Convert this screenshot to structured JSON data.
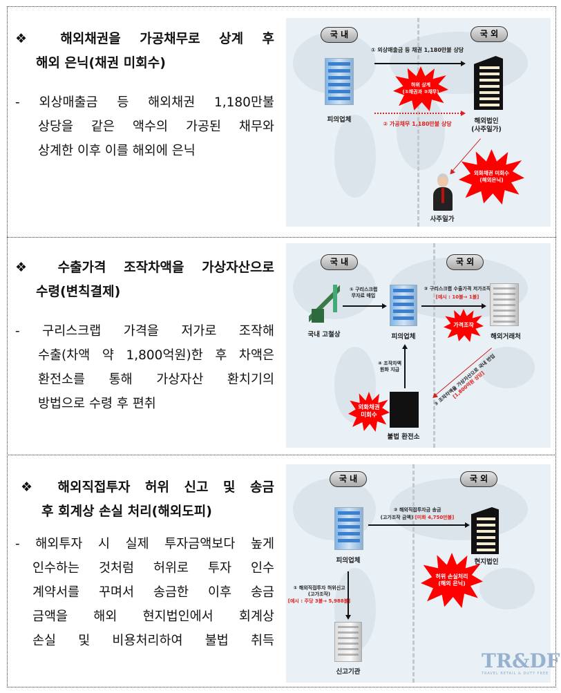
{
  "sections": [
    {
      "heading": [
        "❖  해외채권을 가공채무로 상계 후",
        "해외 은닉(채권 미회수)"
      ],
      "body": [
        "-  외상매출금 등 해외채권 1,180만불",
        "상당을 같은 액수의 가공된 채무와",
        "상계한 이후 이를 해외에 은닉"
      ],
      "diagram": {
        "domestic": "국 내",
        "overseas": "국 외",
        "company": "피의업체",
        "arrow1": "① 외상매출금 등 채권 1,180만불 상당",
        "burst1": [
          "허위 상계",
          "(①채권과 ②채무)"
        ],
        "arrow2": "② 가공채무 1,180만불 상당",
        "foreign_corp": [
          "해외법인",
          "(사주일가)"
        ],
        "burst2": [
          "외화채권 미회수",
          "(해외은닉)"
        ],
        "owner": "사주일가"
      }
    },
    {
      "heading": [
        "❖  수출가격 조작차액을 가상자산으로",
        "수령(변칙결제)"
      ],
      "body": [
        "-  구리스크랩 가격을 저가로 조작해",
        "수출(차액 약 1,800억원)한 후 차액은",
        "환전소를 통해 가상자산 환치기의",
        "방법으로 수령 후 편취"
      ],
      "diagram": {
        "domestic": "국 내",
        "overseas": "국 외",
        "scrap_dealer": "국내 고철상",
        "company": "피의업체",
        "foreign_buyer": "해외거래처",
        "exchange": "불법 환전소",
        "step1": [
          "① 구리스크랩",
          "무자료 매입"
        ],
        "step2": "② 구리스크랩 수출가격 저가조작",
        "step2_example": "[예시 : 10불→ 1불]",
        "burst_price": "가격조작",
        "step3": "③ 조작차액을 가상자산으로 국내 반입",
        "step3_amount": "[1,800억원 상당]",
        "step4": [
          "④ 조작차액",
          "원화 지급"
        ],
        "burst_fx": [
          "외화채권",
          "미회수"
        ]
      }
    },
    {
      "heading": [
        "❖  해외직접투자 허위 신고 및 송금",
        "후 회계상 손실 처리(해외도피)"
      ],
      "body": [
        "-  해외투자 시 실제 투자금액보다 높게",
        "인수하는 것처럼 허위로 투자 인수",
        "계약서를 꾸며서 송금한 이후 송금",
        "금액을 해외 현지법인에서 회계상",
        "손실 및 비용처리하여 불법 취득"
      ],
      "diagram": {
        "domestic": "국 내",
        "overseas": "국 외",
        "company": "피의업체",
        "local_corp": "현지법인",
        "report_agency": "신고기관",
        "step2": "② 해외직접투자금 송금",
        "step2_sub": "(고가조작 금액)",
        "step2_amount": "[미화 4,750만불]",
        "step1": "① 해외직접투자 허위신고",
        "step1_sub": "(고가조작)",
        "step1_example": "[예시 : 주당 3불→ 5,988불]",
        "burst": [
          "허위 손실처리",
          "(해외 은닉)"
        ]
      }
    }
  ],
  "watermark": {
    "logo": "TR&DF",
    "tagline": "TRAVEL RETAIL & DUTY FREE"
  }
}
